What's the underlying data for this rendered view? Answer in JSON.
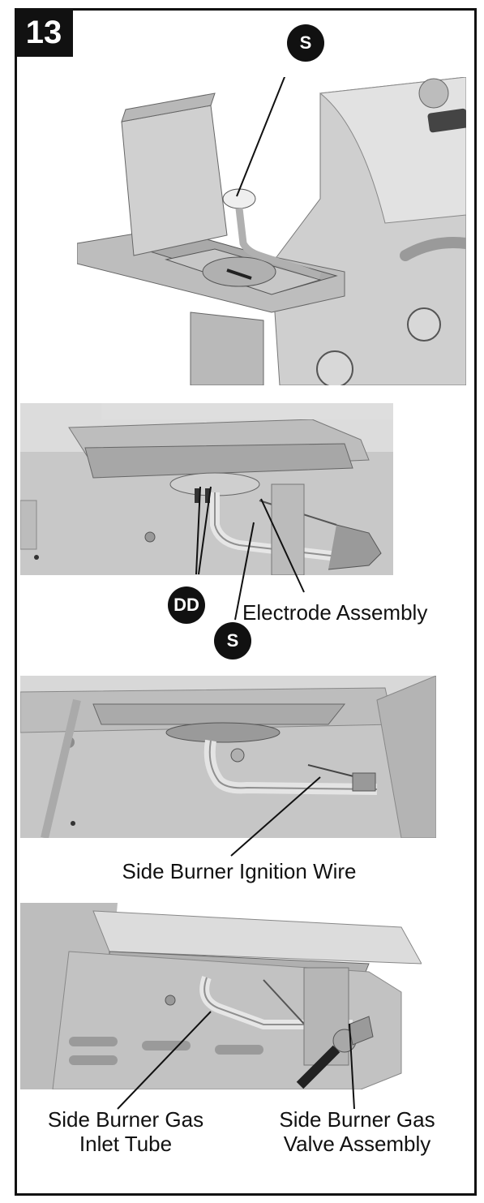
{
  "step": {
    "number": "13"
  },
  "panel1": {
    "callout_s": "S"
  },
  "panel2": {
    "callout_dd": "DD",
    "callout_s": "S",
    "electrode_label": "Electrode Assembly"
  },
  "panel3": {
    "ignition_wire_label": "Side Burner Ignition Wire"
  },
  "panel4": {
    "inlet_tube_line1": "Side Burner Gas",
    "inlet_tube_line2": "Inlet Tube",
    "valve_line1": "Side Burner Gas",
    "valve_line2": "Valve Assembly"
  },
  "colors": {
    "ink": "#111111",
    "metal_light": "#d9d9d9",
    "metal_mid": "#b3b3b3",
    "metal_dark": "#8c8c8c"
  }
}
